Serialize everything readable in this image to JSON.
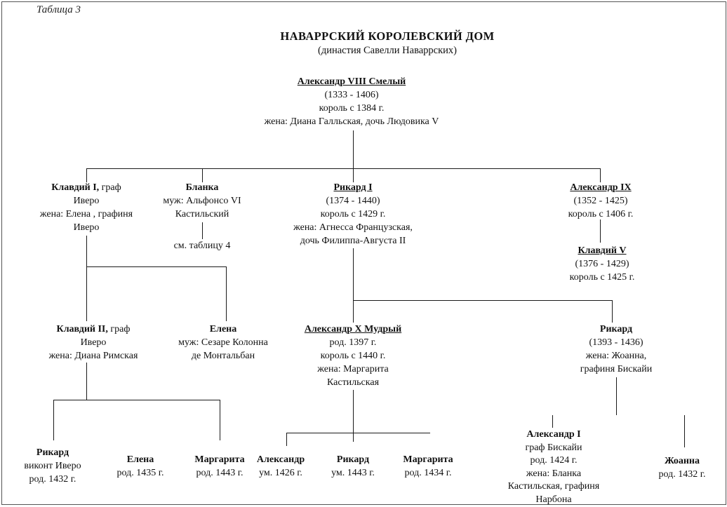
{
  "page": {
    "table_label": "Таблица 3",
    "title": "НАВАРРСКИЙ КОРОЛЕВСКИЙ ДОМ",
    "subtitle": "(династия Савелли Наваррских)",
    "see_note": "см. таблицу 4"
  },
  "colors": {
    "ink": "#111111",
    "paper": "#ffffff",
    "line": "#1a1a1a"
  },
  "nodes": {
    "alexander8": {
      "name": "Александр VIII Смелый",
      "lines": [
        "(1333 - 1406)",
        "король с 1384 г.",
        "жена: Диана Галльская, дочь Людовика V"
      ]
    },
    "klavdiy1": {
      "name": "Клавдий I,",
      "name_rest": " граф",
      "lines": [
        "Иверо",
        "жена: Елена , графиня",
        "Иверо"
      ]
    },
    "blanka": {
      "name": "Бланка",
      "lines": [
        "муж: Альфонсо VI",
        "Кастильский"
      ]
    },
    "rikard1": {
      "name": "Рикард I",
      "lines": [
        "(1374 - 1440)",
        "король с 1429 г.",
        "жена: Агнесса Французская,",
        "дочь Филиппа-Августа II"
      ]
    },
    "alexander9": {
      "name": "Александр IX",
      "lines": [
        "(1352 - 1425)",
        "король с 1406 г."
      ]
    },
    "klavdiy5": {
      "name": "Клавдий V",
      "lines": [
        "(1376 - 1429)",
        "король с 1425 г."
      ]
    },
    "klavdiy2": {
      "name": "Клавдий II,",
      "name_rest": " граф",
      "lines": [
        "Иверо",
        "жена: Диана Римская"
      ]
    },
    "elena3": {
      "name": "Елена",
      "lines": [
        "муж: Сезаре Колонна",
        "де Монтальбан"
      ]
    },
    "alexander10": {
      "name": "Александр X Мудрый",
      "lines": [
        "род. 1397 г.",
        "король с 1440 г.",
        "жена: Маргарита",
        "Кастильская"
      ]
    },
    "rikard3": {
      "name": "Рикард",
      "lines": [
        "(1393 - 1436)",
        "жена: Жоанна,",
        "графиня Бискайи"
      ]
    },
    "rikard4": {
      "name": "Рикард",
      "lines": [
        "виконт Иверо",
        "род. 1432 г."
      ]
    },
    "elena4": {
      "name": "Елена",
      "lines": [
        "род. 1435 г."
      ]
    },
    "margarita1443": {
      "name": "Маргарита",
      "lines": [
        "род. 1443 г."
      ]
    },
    "alexander4": {
      "name": "Александр",
      "lines": [
        "ум. 1426 г."
      ]
    },
    "rikard4b": {
      "name": "Рикард",
      "lines": [
        "ум. 1443 г."
      ]
    },
    "margarita1434": {
      "name": "Маргарита",
      "lines": [
        "род. 1434 г."
      ]
    },
    "alexander1": {
      "name": "Александр I",
      "lines": [
        "граф Бискайи",
        "род. 1424 г.",
        "жена: Бланка",
        "Кастильская, графиня",
        "Нарбона"
      ]
    },
    "zhoanna": {
      "name": "Жоанна",
      "lines": [
        "род. 1432 г."
      ]
    }
  }
}
